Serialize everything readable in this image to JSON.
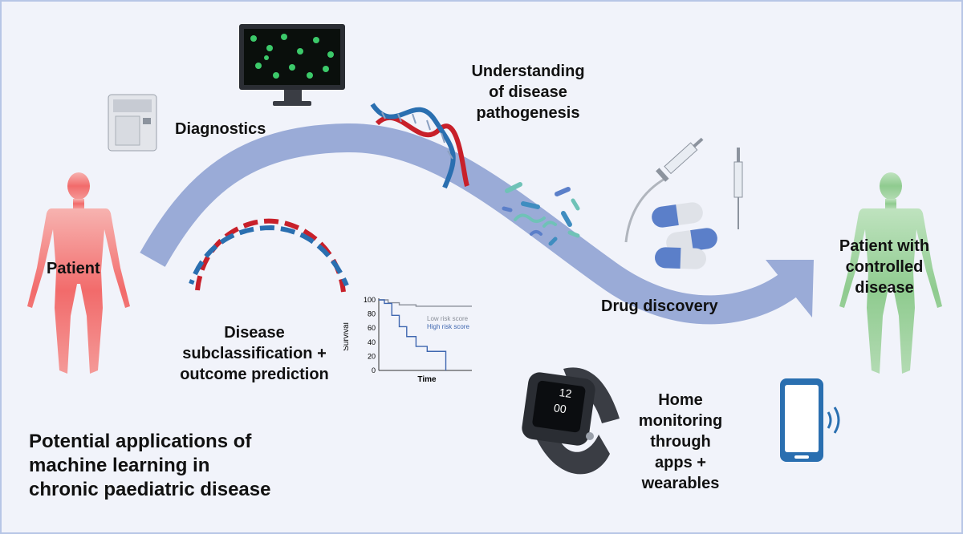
{
  "labels": {
    "patient": "Patient",
    "diagnostics": "Diagnostics",
    "understanding": [
      "Understanding",
      "of disease",
      "pathogenesis"
    ],
    "subclassification": [
      "Disease",
      "subclassification +",
      "outcome prediction"
    ],
    "drug_discovery": "Drug discovery",
    "home_monitoring": [
      "Home",
      "monitoring",
      "through",
      "apps +",
      "wearables"
    ],
    "patient_controlled": [
      "Patient with",
      "controlled",
      "disease"
    ],
    "title": [
      "Potential applications of",
      "machine learning in",
      "chronic paediatric disease"
    ]
  },
  "watch_time": [
    "12",
    "00"
  ],
  "colors": {
    "background": "#f1f3fa",
    "border": "#b7c6e6",
    "arrow": "#9aabd7",
    "patient_red": "#f26b6b",
    "patient_green": "#8fcb8f",
    "dna_red": "#c8202a",
    "dna_blue": "#2a6fb0",
    "capsule_blue": "#5b7fc9"
  },
  "icons": [
    "analyzer-machine-icon",
    "monitor-cells-icon",
    "dna-helix-icon",
    "bacteria-icon",
    "syringe-icon",
    "capsule-icon",
    "smartwatch-icon",
    "smartphone-icon",
    "human-body-icon"
  ],
  "chart_data": {
    "type": "line",
    "title": "",
    "xlabel": "Time",
    "ylabel": "Survival",
    "ylim": [
      0,
      100
    ],
    "yticks": [
      "0",
      "20",
      "40",
      "60",
      "80",
      "100"
    ],
    "xlim": [
      0,
      100
    ],
    "series": [
      {
        "name": "Low risk score",
        "color": "#8a8f99",
        "x": [
          0,
          10,
          10,
          22,
          22,
          40,
          40,
          100
        ],
        "y": [
          100,
          100,
          96,
          96,
          93,
          93,
          91,
          91
        ]
      },
      {
        "name": "High risk score",
        "color": "#3f67b0",
        "x": [
          0,
          6,
          6,
          14,
          14,
          22,
          22,
          30,
          30,
          40,
          40,
          52,
          52,
          72,
          72
        ],
        "y": [
          100,
          100,
          95,
          95,
          78,
          78,
          62,
          62,
          48,
          48,
          34,
          34,
          27,
          27,
          0
        ]
      }
    ]
  }
}
